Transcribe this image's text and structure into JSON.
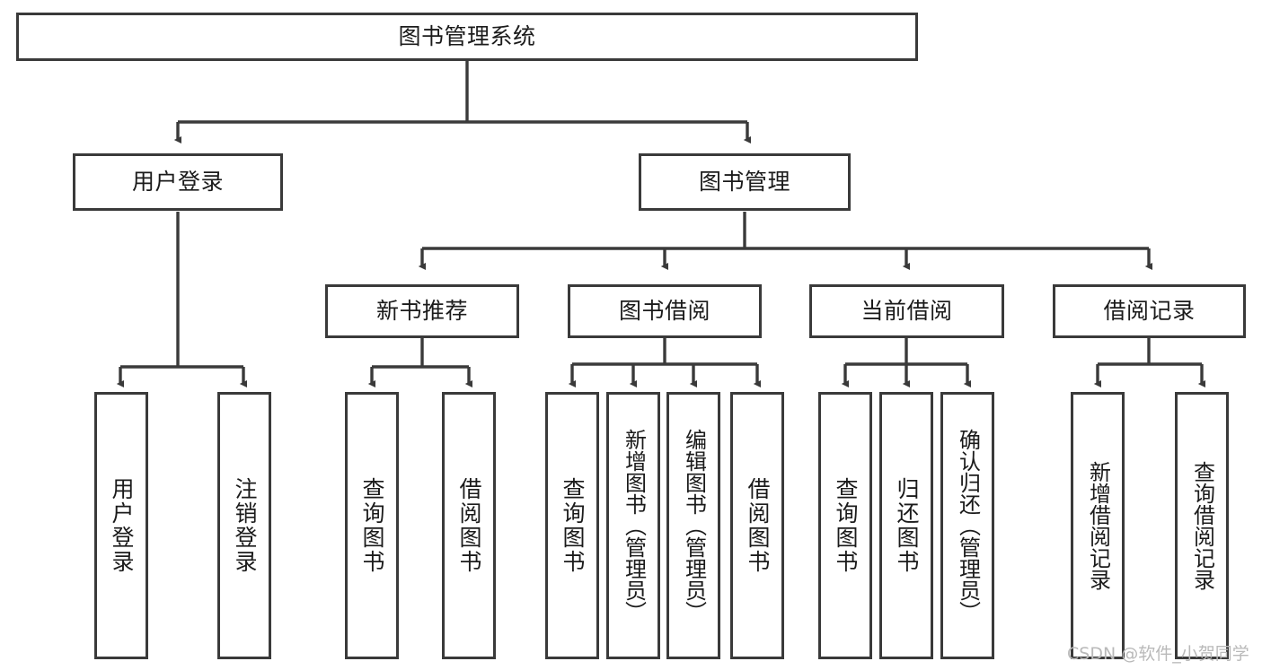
{
  "diagram": {
    "title": "图书管理系统",
    "type": "tree-hierarchy",
    "watermark": "CSDN @软件_小贺同学",
    "colors": {
      "border": "#3a3a3a",
      "background": "#ffffff",
      "text": "#1b1b1b",
      "edge": "#3a3a3a",
      "watermark": "#b9b9b9"
    },
    "nodes": {
      "root": {
        "label": "图书管理系统"
      },
      "level2": [
        {
          "id": "user-login",
          "label": "用户登录"
        },
        {
          "id": "book-manage",
          "label": "图书管理"
        }
      ],
      "level3": [
        {
          "id": "new-book-recommend",
          "label": "新书推荐"
        },
        {
          "id": "book-borrow",
          "label": "图书借阅"
        },
        {
          "id": "current-borrow",
          "label": "当前借阅"
        },
        {
          "id": "borrow-record",
          "label": "借阅记录"
        }
      ],
      "leaves": {
        "user-login": [
          {
            "id": "leaf-user-login",
            "label": "用户登录"
          },
          {
            "id": "leaf-logout",
            "label": "注销登录"
          }
        ],
        "new-book-recommend": [
          {
            "id": "leaf-query-book-1",
            "label": "查询图书"
          },
          {
            "id": "leaf-borrow-book-1",
            "label": "借阅图书"
          }
        ],
        "book-borrow": [
          {
            "id": "leaf-query-book-2",
            "label": "查询图书"
          },
          {
            "id": "leaf-add-book",
            "label": "新增图书（管理员）"
          },
          {
            "id": "leaf-edit-book",
            "label": "编辑图书（管理员）"
          },
          {
            "id": "leaf-borrow-book-2",
            "label": "借阅图书"
          }
        ],
        "current-borrow": [
          {
            "id": "leaf-query-book-3",
            "label": "查询图书"
          },
          {
            "id": "leaf-return-book",
            "label": "归还图书"
          },
          {
            "id": "leaf-confirm-return",
            "label": "确认归还（管理员）"
          }
        ],
        "borrow-record": [
          {
            "id": "leaf-add-record",
            "label": "新增借阅记录"
          },
          {
            "id": "leaf-query-record",
            "label": "查询借阅记录"
          }
        ]
      }
    }
  }
}
